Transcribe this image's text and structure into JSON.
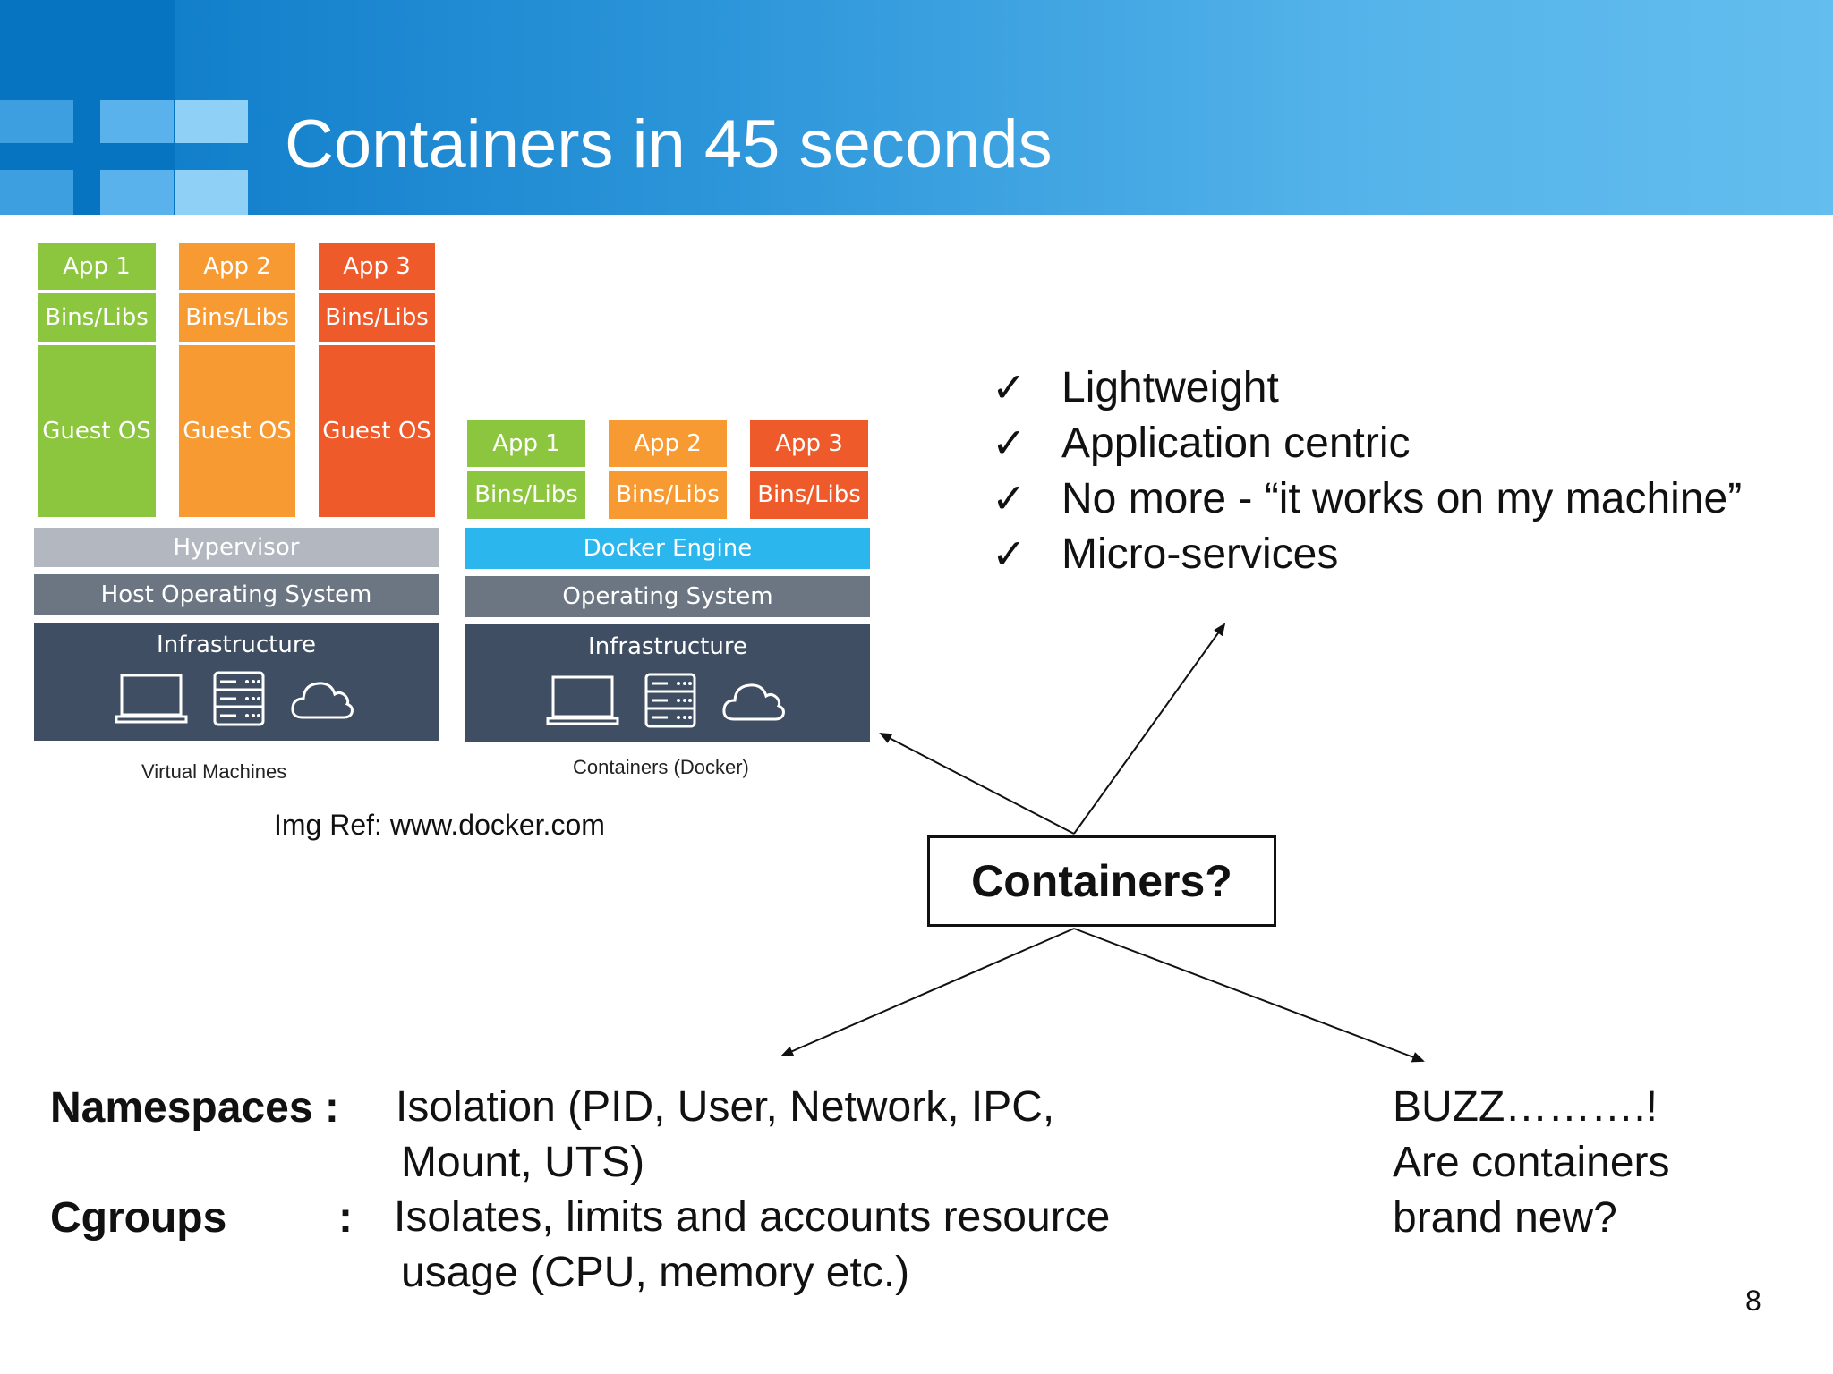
{
  "title": "Containers in 45 seconds",
  "vm_diagram": {
    "apps": [
      {
        "app": "App 1",
        "bins": "Bins/Libs",
        "os": "Guest OS"
      },
      {
        "app": "App 2",
        "bins": "Bins/Libs",
        "os": "Guest OS"
      },
      {
        "app": "App 3",
        "bins": "Bins/Libs",
        "os": "Guest OS"
      }
    ],
    "hypervisor": "Hypervisor",
    "host_os": "Host Operating System",
    "infrastructure": "Infrastructure",
    "caption": "Virtual Machines"
  },
  "container_diagram": {
    "apps": [
      {
        "app": "App 1",
        "bins": "Bins/Libs"
      },
      {
        "app": "App 2",
        "bins": "Bins/Libs"
      },
      {
        "app": "App 3",
        "bins": "Bins/Libs"
      }
    ],
    "engine": "Docker Engine",
    "os": "Operating System",
    "infrastructure": "Infrastructure",
    "caption": "Containers (Docker)"
  },
  "img_ref": "Img Ref: www.docker.com",
  "checklist": [
    "Lightweight",
    "Application centric",
    "No more - “it works on my machine”",
    "Micro-services"
  ],
  "check_mark": "✓",
  "center_label": "Containers?",
  "namespaces": {
    "term": "Namespaces :",
    "line1": "Isolation (PID, User, Network, IPC,",
    "line2": "Mount, UTS)"
  },
  "cgroups": {
    "term": "Cgroups",
    "colon": ":",
    "line1": "Isolates, limits and accounts resource",
    "line2": "usage (CPU, memory etc.)"
  },
  "buzz": {
    "line1": "BUZZ……….!",
    "line2": "Are containers",
    "line3": "brand new?"
  },
  "page_number": "8",
  "colors": {
    "green": "#8cc63e",
    "orange": "#f89a32",
    "red": "#ef5a2a",
    "docker_blue": "#2bb7ee",
    "infra_dark": "#3f4e62",
    "header_blue": "#0a78c6"
  }
}
